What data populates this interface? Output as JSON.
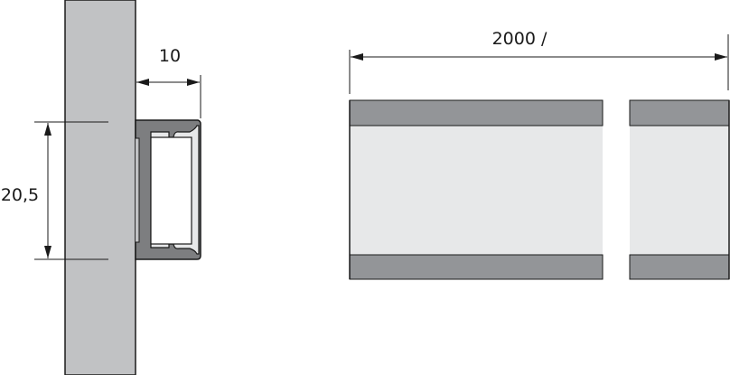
{
  "dimensions": {
    "depth": "10",
    "height": "20,5",
    "length": "2000 /"
  },
  "colors": {
    "wall": "#c1c2c4",
    "profile": "#7d7e80",
    "profile_band": "#939598",
    "diffuser": "#e7e8e9",
    "line": "#1a1a1a"
  }
}
